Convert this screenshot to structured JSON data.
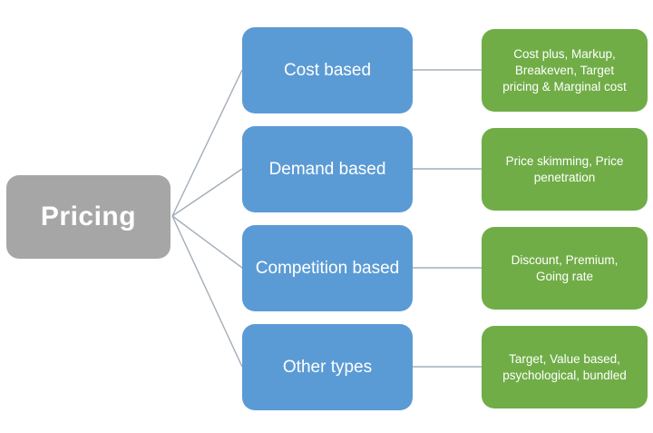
{
  "diagram": {
    "root_label": "Pricing",
    "rows": [
      {
        "category": "Cost based",
        "details": "Cost plus, Markup,\nBreakeven, Target\npricing & Marginal cost"
      },
      {
        "category": "Demand based",
        "details": "Price skimming, Price\npenetration"
      },
      {
        "category": "Competition based",
        "details": "Discount, Premium,\nGoing rate"
      },
      {
        "category": "Other types",
        "details": "Target, Value based,\npsychological, bundled"
      }
    ],
    "colors": {
      "background": "#ffffff",
      "root_fill": "#a6a6a6",
      "category_fill": "#5b9bd5",
      "details_fill": "#70ad47",
      "connector": "#a3adb8",
      "text": "#ffffff"
    }
  }
}
